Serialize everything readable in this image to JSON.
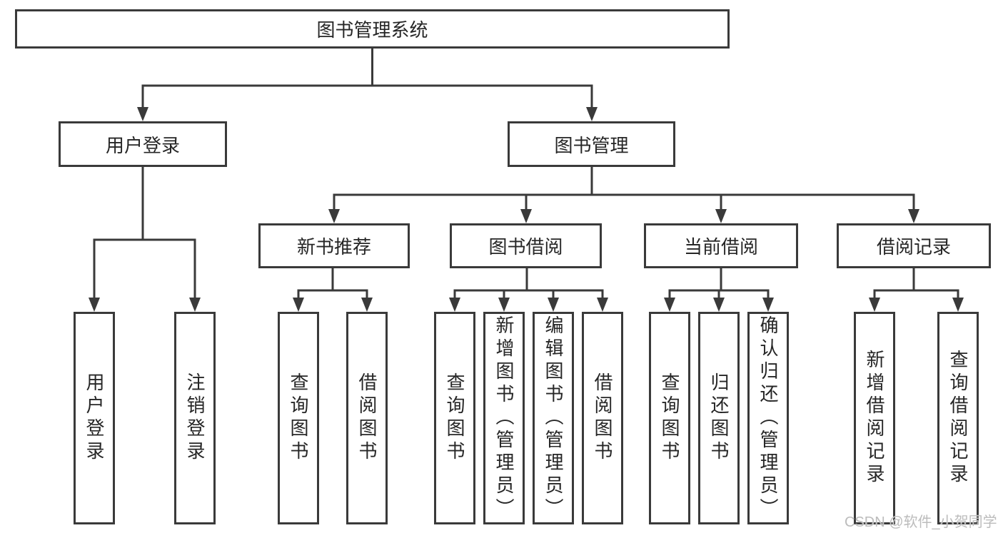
{
  "colors": {
    "line": "#3a3a3a",
    "text": "#262626",
    "background": "#ffffff",
    "watermark": "#bcbcbc"
  },
  "watermark": "CSDN @软件_小贺同学",
  "tree": {
    "label": "图书管理系统",
    "children": [
      {
        "label": "用户登录",
        "children": [
          {
            "label": "用户登录"
          },
          {
            "label": "注销登录"
          }
        ]
      },
      {
        "label": "图书管理",
        "children": [
          {
            "label": "新书推荐",
            "children": [
              {
                "label": "查询图书"
              },
              {
                "label": "借阅图书"
              }
            ]
          },
          {
            "label": "图书借阅",
            "children": [
              {
                "label": "查询图书"
              },
              {
                "label": "新增图书（管理员）"
              },
              {
                "label": "编辑图书（管理员）"
              },
              {
                "label": "借阅图书"
              }
            ]
          },
          {
            "label": "当前借阅",
            "children": [
              {
                "label": "查询图书"
              },
              {
                "label": "归还图书"
              },
              {
                "label": "确认归还（管理员）"
              }
            ]
          },
          {
            "label": "借阅记录",
            "children": [
              {
                "label": "新增借阅记录"
              },
              {
                "label": "查询借阅记录"
              }
            ]
          }
        ]
      }
    ]
  }
}
